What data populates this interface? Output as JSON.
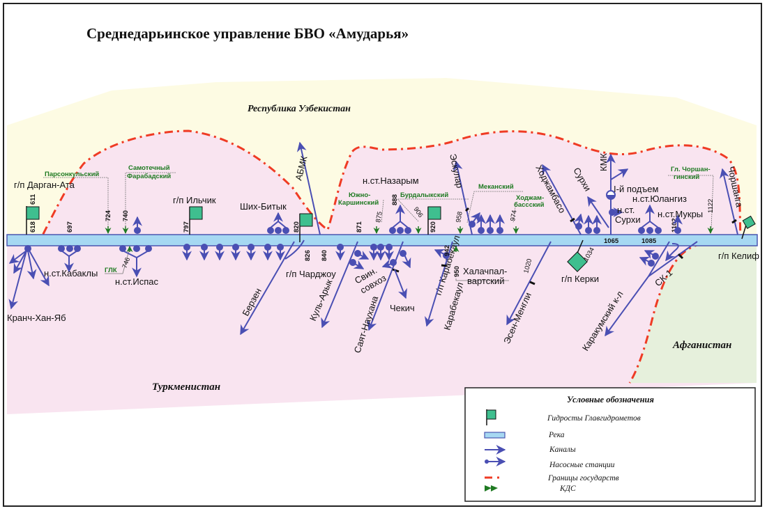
{
  "title": "Среднедарьинское управление БВО «Амударья»",
  "countries": {
    "uzbekistan": "Республика Узбекистан",
    "turkmenistan": "Туркменистан",
    "afghanistan": "Афганистан"
  },
  "colors": {
    "uzbekistan_fill": "#fdfbe3",
    "turkmenistan_fill": "#f9e4f0",
    "afghanistan_fill": "#e6f0dc",
    "border": "#ef3b24",
    "river_fill": "#a6d8f2",
    "river_edge": "#4a56b0",
    "canal": "#4a4fb3",
    "gauge_flag": "#3fbf8f",
    "kds": "#1f7a22"
  },
  "gauging_stations": [
    {
      "label": "г/п Дарган-Ата",
      "km": "611",
      "km2": "618"
    },
    {
      "label": "г/п Ильчик",
      "km": "797"
    },
    {
      "label": "г/п Чарджоу",
      "km": "820",
      "km2": "826"
    },
    {
      "label": "г/п Карабекаул",
      "km": "920"
    },
    {
      "label": "г/п Керки",
      "km": "1034"
    },
    {
      "label": "г/п Келиф"
    }
  ],
  "km_marks": [
    "697",
    "724",
    "740",
    "746",
    "840",
    "871",
    "875",
    "888",
    "906",
    "942",
    "950",
    "958",
    "974",
    "1020",
    "1065",
    "1085",
    "1102",
    "1122"
  ],
  "kds": [
    {
      "label": "Парсонкульский",
      "km": "724"
    },
    {
      "label": "Самотечный Фарабадский",
      "line1": "Самотечный",
      "line2": "Фарабадский",
      "km": "740"
    },
    {
      "label": "ГЛК",
      "km": "746"
    },
    {
      "label": "Южно-Каршинский",
      "line1": "Южно-",
      "line2": "Каршинский",
      "km": "875"
    },
    {
      "label": "Бурдалыкский",
      "km": "906"
    },
    {
      "label": "Меканский",
      "km": "958"
    },
    {
      "label": "Ходжам-бассский",
      "line1": "Ходжам-",
      "line2": "бассский",
      "km": "974"
    },
    {
      "label": "Халачпал-вартский",
      "line1": "Халачпал-",
      "line2": "вартский",
      "km": "950"
    },
    {
      "label": "Гл. Чоршан-гинский",
      "line1": "Гл. Чоршан-",
      "line2": "гинский",
      "km": "1122"
    }
  ],
  "pump_stations": [
    "н.ст.Кабаклы",
    "н.ст.Испас",
    "Ших-Битык",
    "н.ст.Назарым",
    "н.ст.Юлангиз",
    "н.ст.Мукры",
    "н.ст. Сурхи",
    "I-й подъем"
  ],
  "pump_labels": {
    "surkhi_line1": "н.ст.",
    "surkhi_line2": "Сурхи",
    "sovkhoz_line1": "Свин.",
    "sovkhoz_line2": "совхоз"
  },
  "canals": [
    "Кранч-Хан-Яб",
    "АБМК",
    "Берзен",
    "Куль-Арык",
    "Саят-Науxана",
    "Чекич",
    "Карабекаул",
    "Эскулар",
    "Эсен-Менгли",
    "Ходжамбасо",
    "Сурхи",
    "КМК",
    "Чоршанга",
    "СК-1",
    "Каракумский к-л"
  ],
  "canal_labels": {
    "kranch": "Кранч-Хан-Яб",
    "abmk": "АБМК",
    "berzen": "Берзен",
    "kularyk": "Куль-Арык",
    "sayat": "Саят-Науxана",
    "chekich": "Чекич",
    "karabekaul": "Карабекаул",
    "eskular": "Эскулар",
    "esen": "Эсен-Менгли",
    "khodzhambaso": "Ходжамбасо",
    "surkhi": "Сурхи",
    "kmk": "КМК",
    "chorshanga": "Чоршанга",
    "sk1": "СК-1",
    "karakum": "Каракумский к-л"
  },
  "legend": {
    "title": "Условные обозначения",
    "items": [
      {
        "icon": "gauge-flag-icon",
        "label": "Гидросты Главгидрометов"
      },
      {
        "icon": "river-icon",
        "label": "Река"
      },
      {
        "icon": "canal-arrow-icon",
        "label": "Каналы"
      },
      {
        "icon": "pump-station-icon",
        "label": "Насосные станции"
      },
      {
        "icon": "border-dash-icon",
        "label": "Границы государств"
      },
      {
        "icon": "kds-icon",
        "label": "КДС"
      }
    ]
  }
}
